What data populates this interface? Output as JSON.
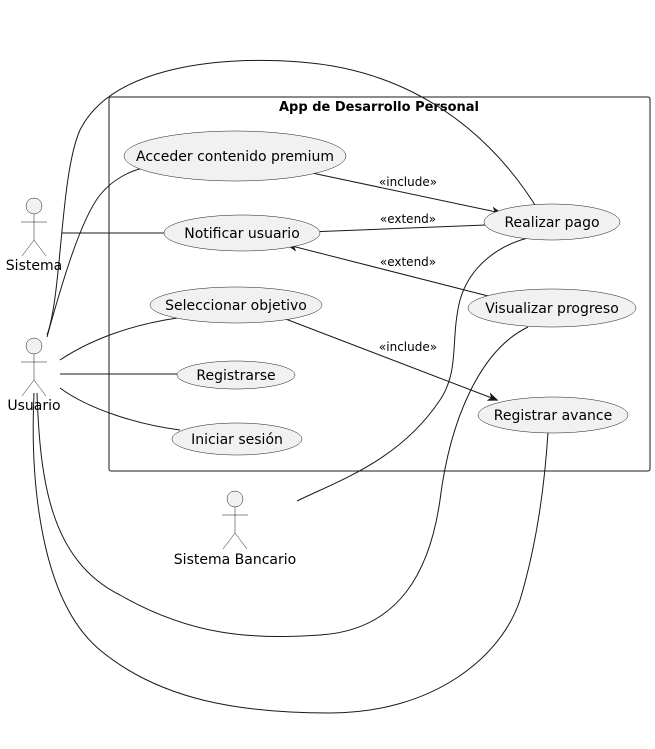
{
  "system": {
    "title": "App de Desarrollo Personal"
  },
  "actors": {
    "sistema": "Sistema",
    "usuario": "Usuario",
    "bancario": "Sistema Bancario"
  },
  "use_cases": {
    "premium": "Acceder contenido premium",
    "notificar": "Notificar usuario",
    "seleccionar": "Seleccionar objetivo",
    "registrarse": "Registrarse",
    "sesion": "Iniciar sesión",
    "pago": "Realizar pago",
    "progreso": "Visualizar progreso",
    "avance": "Registrar avance"
  },
  "relations": {
    "premium_pago": "«include»",
    "pago_notificar": "«extend»",
    "progreso_notificar": "«extend»",
    "seleccionar_avance": "«include»"
  },
  "colors": {
    "fill": "#f1f1f1",
    "stroke": "#181818"
  }
}
